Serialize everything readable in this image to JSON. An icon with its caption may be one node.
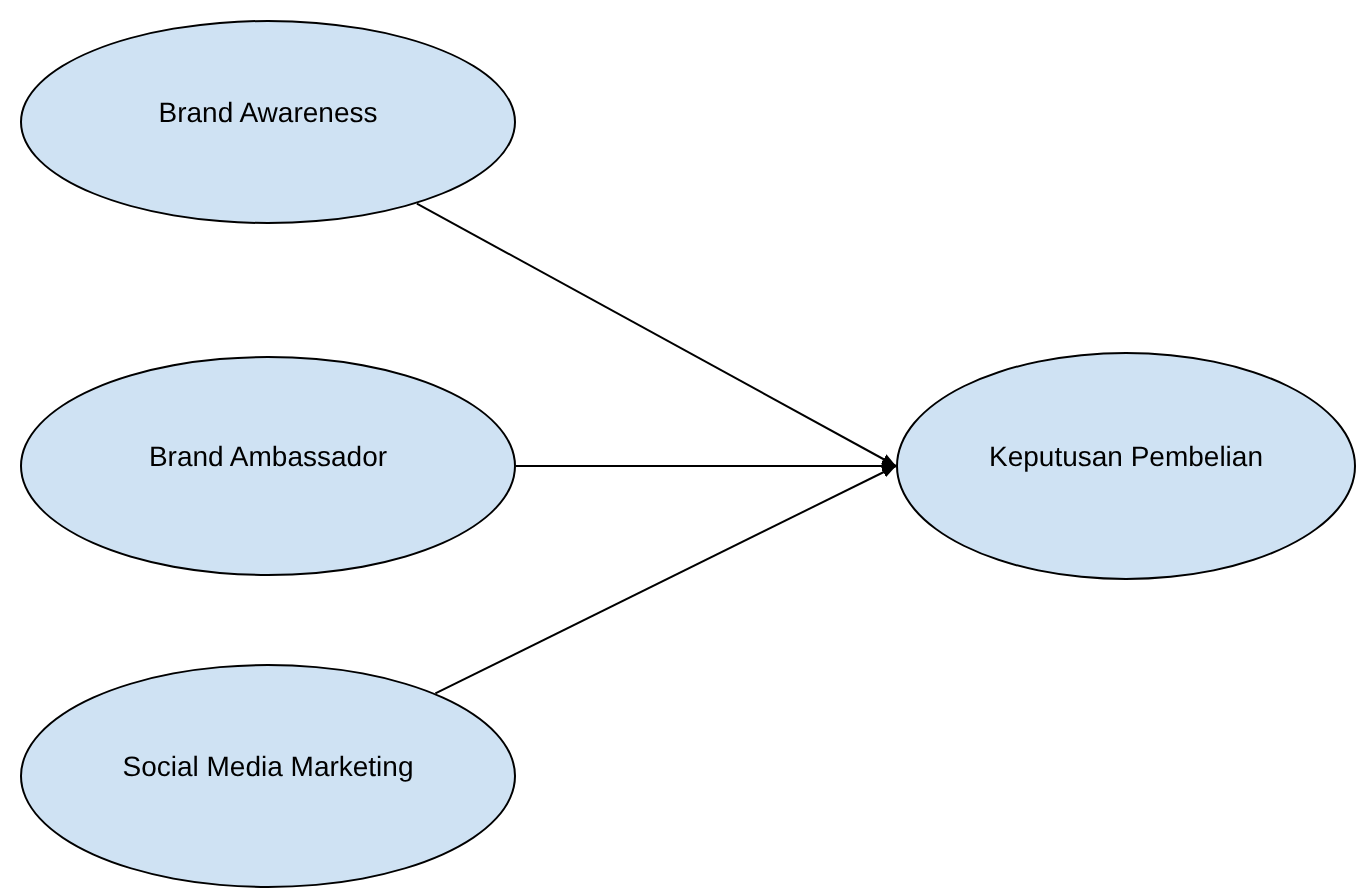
{
  "diagram": {
    "nodes": [
      {
        "text": [
          "Brand Awareness"
        ]
      },
      {
        "text": [
          "Brand Ambassador"
        ]
      },
      {
        "text": [
          "Social Media Marketing"
        ]
      },
      {
        "text": [
          "Keputusan Pembelian"
        ]
      }
    ],
    "edges": [
      {
        "from": 0,
        "to": 3,
        "arrow": "to"
      },
      {
        "from": 1,
        "to": 3,
        "arrow": "to"
      },
      {
        "from": 2,
        "to": 3,
        "arrow": "to"
      }
    ]
  }
}
